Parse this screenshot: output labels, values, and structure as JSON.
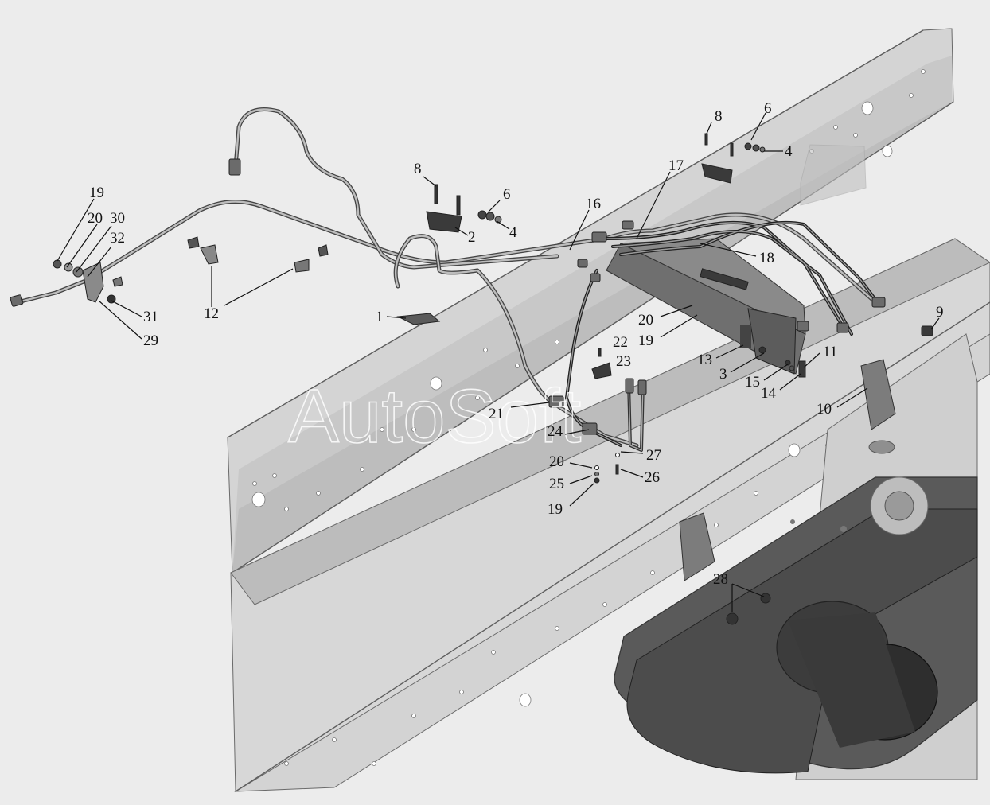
{
  "diagram": {
    "watermark": "AutoSoft",
    "callouts": [
      {
        "id": "c19a",
        "text": "19"
      },
      {
        "id": "c20a",
        "text": "20"
      },
      {
        "id": "c30",
        "text": "30"
      },
      {
        "id": "c32",
        "text": "32"
      },
      {
        "id": "c31",
        "text": "31"
      },
      {
        "id": "c29",
        "text": "29"
      },
      {
        "id": "c12",
        "text": "12"
      },
      {
        "id": "c1",
        "text": "1"
      },
      {
        "id": "c8a",
        "text": "8"
      },
      {
        "id": "c6a",
        "text": "6"
      },
      {
        "id": "c2",
        "text": "2"
      },
      {
        "id": "c4a",
        "text": "4"
      },
      {
        "id": "c16",
        "text": "16"
      },
      {
        "id": "c17",
        "text": "17"
      },
      {
        "id": "c8b",
        "text": "8"
      },
      {
        "id": "c6b",
        "text": "6"
      },
      {
        "id": "c4b",
        "text": "4"
      },
      {
        "id": "c18",
        "text": "18"
      },
      {
        "id": "c20b",
        "text": "20"
      },
      {
        "id": "c19b",
        "text": "19"
      },
      {
        "id": "c22",
        "text": "22"
      },
      {
        "id": "c23",
        "text": "23"
      },
      {
        "id": "c13",
        "text": "13"
      },
      {
        "id": "c3",
        "text": "3"
      },
      {
        "id": "c15",
        "text": "15"
      },
      {
        "id": "c14",
        "text": "14"
      },
      {
        "id": "c11",
        "text": "11"
      },
      {
        "id": "c9",
        "text": "9"
      },
      {
        "id": "c10",
        "text": "10"
      },
      {
        "id": "c21",
        "text": "21"
      },
      {
        "id": "c24",
        "text": "24"
      },
      {
        "id": "c27",
        "text": "27"
      },
      {
        "id": "c20c",
        "text": "20"
      },
      {
        "id": "c25",
        "text": "25"
      },
      {
        "id": "c26",
        "text": "26"
      },
      {
        "id": "c19c",
        "text": "19"
      },
      {
        "id": "c28",
        "text": "28"
      }
    ]
  }
}
